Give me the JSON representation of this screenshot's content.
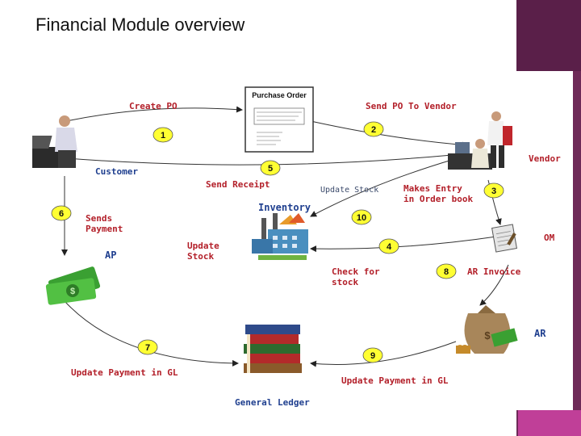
{
  "title": "Financial Module overview",
  "diagram": {
    "purchase_order_title": "Purchase Order",
    "labels": {
      "create_po": "Create PO",
      "send_po_to_vendor": "Send PO To Vendor",
      "customer": "Customer",
      "vendor": "Vendor",
      "send_receipt": "Send Receipt",
      "update_stock_top": "Update Stock",
      "makes_entry_1": "Makes Entry",
      "makes_entry_2": "in Order book",
      "inventory": "Inventory",
      "sends_payment_1": "Sends",
      "sends_payment_2": "Payment",
      "ap": "AP",
      "update_stock_1": "Update",
      "update_stock_2": "Stock",
      "om": "OM",
      "check_for_stock_1": "Check for",
      "check_for_stock_2": "stock",
      "ar_invoice": "AR Invoice",
      "ar": "AR",
      "update_payment_gl_left": "Update Payment in GL",
      "update_payment_gl_right": "Update Payment in GL",
      "general_ledger": "General Ledger"
    },
    "steps": [
      "1",
      "2",
      "3",
      "4",
      "5",
      "6",
      "7",
      "8",
      "9",
      "10"
    ],
    "colors": {
      "step_badge": "#ffff33",
      "label_red": "#b3202a",
      "label_blue": "#1f3f8f",
      "sidebar": "#6e2a58"
    }
  }
}
